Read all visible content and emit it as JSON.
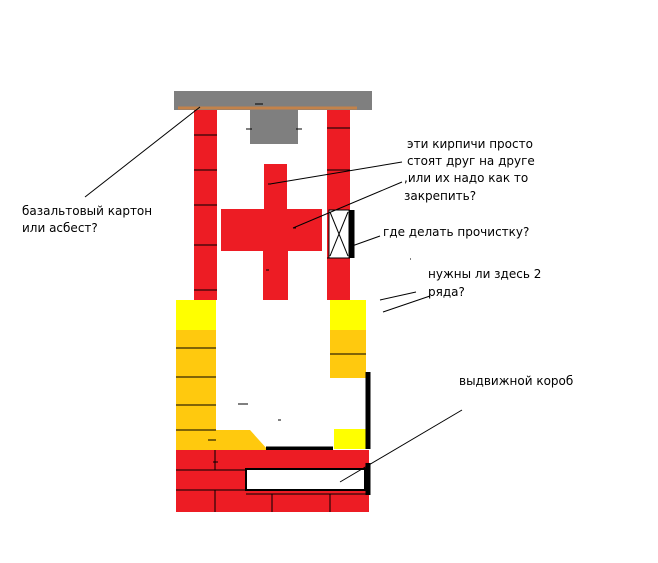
{
  "labels": {
    "insulation": [
      "базальтовый картон",
      "или асбест?"
    ],
    "bricks_question": [
      "эти кирпичи просто",
      "стоят друг на друге",
      ",или их надо как то",
      "закрепить?"
    ],
    "cleanout": "где делать прочистку?",
    "two_rows": [
      "нужны ли здесь 2",
      "ряда?"
    ],
    "drawer": "выдвижной короб"
  },
  "colors": {
    "red_brick": "#ed1c24",
    "yellow_brick": "#ffff00",
    "orange_brick": "#ffc90e",
    "plate": "#7f7f7f",
    "insulation_strip": "#c3824a",
    "outline": "#000000"
  }
}
